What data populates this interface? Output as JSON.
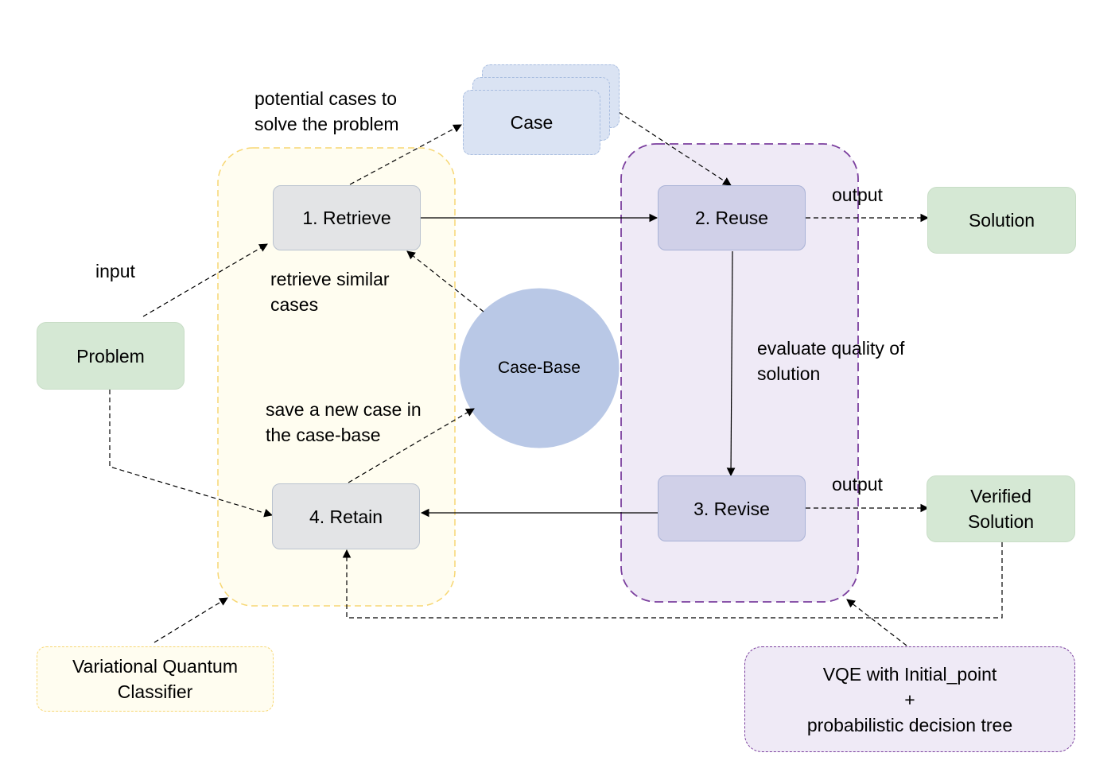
{
  "colors": {
    "problem_fill": "#d5e8d4",
    "retrieve_region_fill": "#fffdf0",
    "retrieve_region_stroke": "#f7d774",
    "reuse_region_fill": "#efeaf6",
    "reuse_region_stroke": "#7b3f9e",
    "case_base_fill": "#b9c8e6",
    "case_fill": "#dae3f3",
    "step_fill": "#e3e4e6",
    "reuse_step_fill": "#d0d0e8"
  },
  "nodes": {
    "problem": "Problem",
    "retrieve": "1. Retrieve",
    "reuse": "2. Reuse",
    "revise": "3. Revise",
    "retain": "4. Retain",
    "case": "Case",
    "case_base": "Case-Base",
    "solution": "Solution",
    "verified_solution": "Verified\nSolution",
    "vqc": "Variational Quantum\nClassifier",
    "vqe": "VQE with Initial_point\n+\nprobabilistic decision tree"
  },
  "labels": {
    "input": "input",
    "potential_cases": "potential cases to\nsolve the problem",
    "retrieve_similar": "retrieve similar\ncases",
    "save_new_case": "save a new case in\nthe case-base",
    "evaluate_quality": "evaluate quality of\nsolution",
    "output_reuse": "output",
    "output_revise": "output"
  }
}
